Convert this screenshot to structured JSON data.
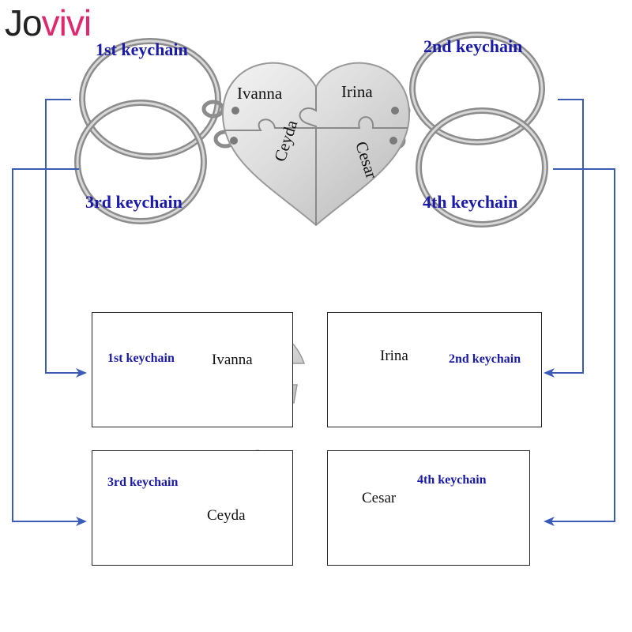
{
  "brand": {
    "part1": "Jo",
    "part2": "vivi",
    "color_dark": "#222222",
    "color_pink": "#e0286e"
  },
  "colors": {
    "label_blue": "#1a1aa8",
    "arrow_blue": "#3a5bb8"
  },
  "top": {
    "labels": {
      "first": "1st keychain",
      "second": "2nd keychain",
      "third": "3rd keychain",
      "fourth": "4th keychain"
    },
    "names": [
      "Ivanna",
      "Irina",
      "Ceyda",
      "Cesar"
    ]
  },
  "panels": [
    {
      "label": "1st keychain",
      "name": "Ivanna"
    },
    {
      "label": "2nd keychain",
      "name": "Irina"
    },
    {
      "label": "3rd keychain",
      "name": "Ceyda"
    },
    {
      "label": "4th keychain",
      "name": "Cesar"
    }
  ]
}
